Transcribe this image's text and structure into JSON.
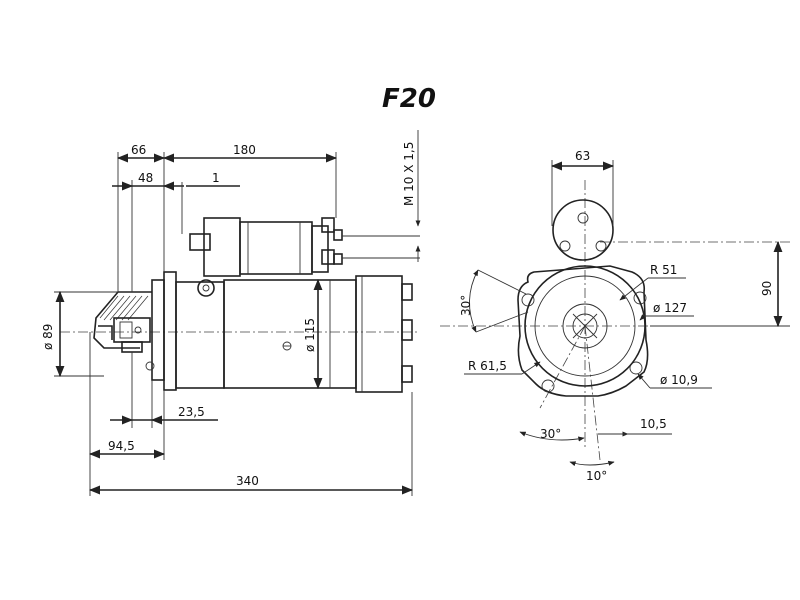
{
  "title": "F20",
  "side_view": {
    "dims": {
      "d66": "66",
      "d180": "180",
      "d48": "48",
      "d1": "1",
      "thread": "M 10 X 1,5",
      "dia89": "ø 89",
      "dia115": "ø 115",
      "d23_5": "23,5",
      "d94_5": "94,5",
      "d340": "340"
    }
  },
  "end_view": {
    "dims": {
      "d63": "63",
      "d90": "90",
      "r51": "R 51",
      "dia127": "ø 127",
      "r61_5": "R 61,5",
      "dia10_9": "ø 10,9",
      "d10_5": "10,5",
      "ang30_left": "30°",
      "ang30_bottom": "30°",
      "ang10": "10°"
    }
  }
}
